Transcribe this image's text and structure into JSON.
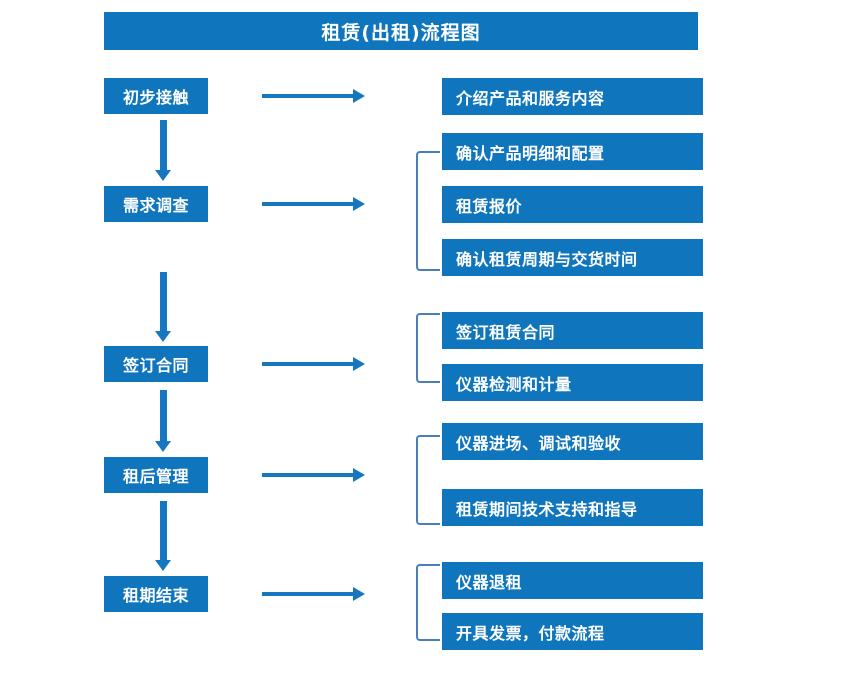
{
  "diagram": {
    "title": "租赁(出租)流程图",
    "colors": {
      "box_blue": "#0f75bd",
      "arrow_blue": "#1577c0",
      "bracket_blue": "#4a7ebb",
      "text_white": "#ffffff",
      "background": "#ffffff"
    },
    "stages": [
      {
        "id": "stage-1",
        "label": "初步接触",
        "details": [
          "介绍产品和服务内容"
        ],
        "has_bracket": false
      },
      {
        "id": "stage-2",
        "label": "需求调查",
        "details": [
          "确认产品明细和配置",
          "租赁报价",
          "确认租赁周期与交货时间"
        ],
        "has_bracket": true
      },
      {
        "id": "stage-3",
        "label": "签订合同",
        "details": [
          "签订租赁合同",
          "仪器检测和计量"
        ],
        "has_bracket": true
      },
      {
        "id": "stage-4",
        "label": "租后管理",
        "details": [
          "仪器进场、调试和验收",
          "租赁期间技术支持和指导"
        ],
        "has_bracket": true
      },
      {
        "id": "stage-5",
        "label": "租期结束",
        "details": [
          "仪器退租",
          "开具发票，付款流程"
        ],
        "has_bracket": true
      }
    ],
    "detail_boxes": [
      "介绍产品和服务内容",
      "确认产品明细和配置",
      "租赁报价",
      "确认租赁周期与交货时间",
      "签订租赁合同",
      "仪器检测和计量",
      "仪器进场、调试和验收",
      "租赁期间技术支持和指导",
      "仪器退租",
      "开具发票，付款流程"
    ]
  }
}
